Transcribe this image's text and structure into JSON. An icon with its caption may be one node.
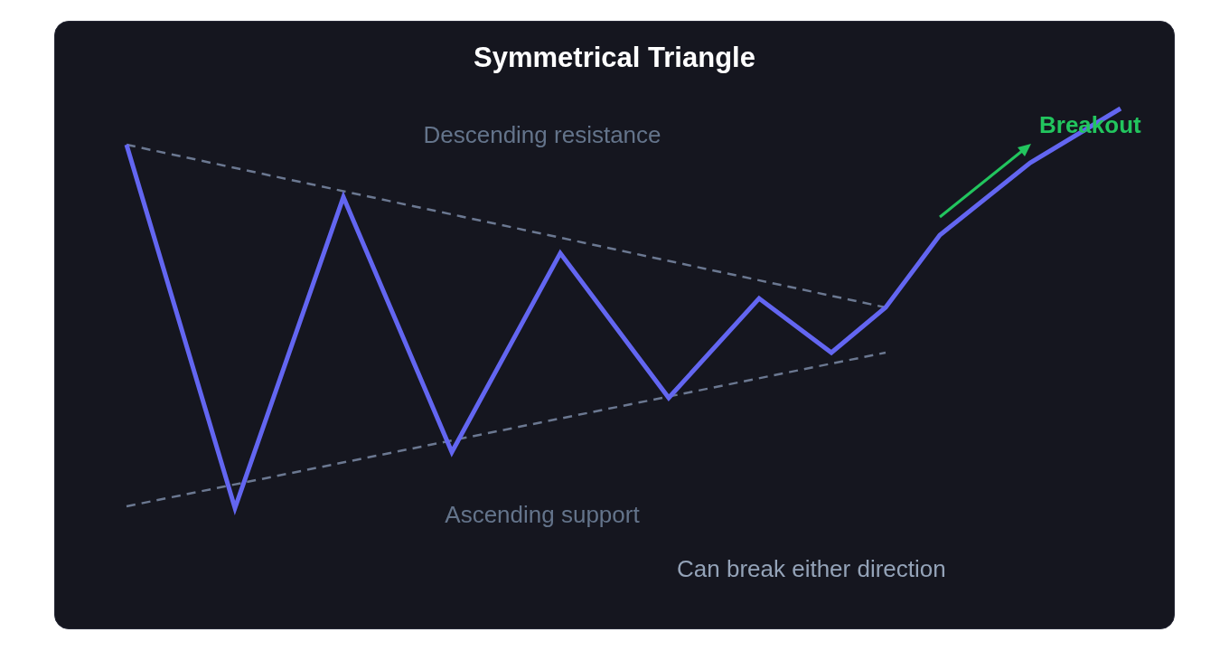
{
  "diagram": {
    "title": "Symmetrical Triangle",
    "labels": [
      "Descending resistance",
      "Breakout",
      "Ascending support",
      "Can break either direction"
    ]
  }
}
